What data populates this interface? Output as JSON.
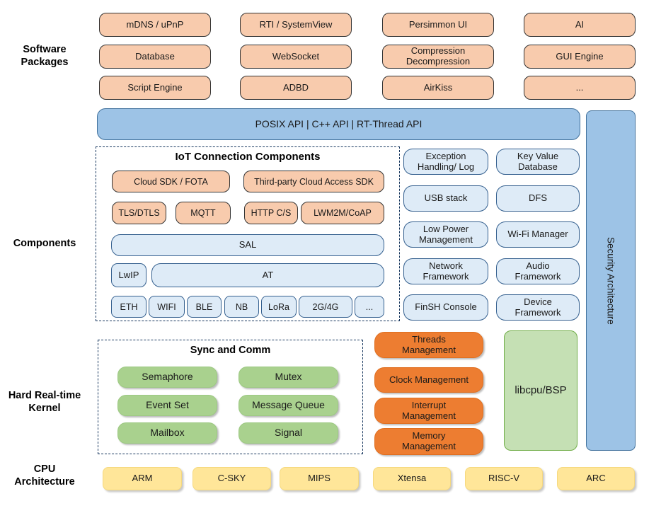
{
  "side_labels": {
    "software_packages": "Software\nPackages",
    "components": "Components",
    "kernel": "Hard Real-time\nKernel",
    "cpu": "CPU\nArchitecture"
  },
  "software_packages": {
    "items": [
      "mDNS / uPnP",
      "RTI / SystemView",
      "Persimmon UI",
      "AI",
      "Database",
      "WebSocket",
      "Compression\nDecompression",
      "GUI Engine",
      "Script Engine",
      "ADBD",
      "AirKiss",
      "..."
    ]
  },
  "api_bar": {
    "label": "POSIX API  |  C++ API  |  RT-Thread API"
  },
  "security_bar": {
    "label": "Security Architecture"
  },
  "iot_components": {
    "title": "IoT Connection Components",
    "cloud_row": [
      "Cloud SDK / FOTA",
      "Third-party Cloud Access SDK"
    ],
    "protocol_row": [
      "TLS/DTLS",
      "MQTT",
      "HTTP C/S",
      "LWM2M/CoAP"
    ],
    "sal": "SAL",
    "net_row": [
      "LwIP",
      "AT"
    ],
    "phy_row": [
      "ETH",
      "WIFI",
      "BLE",
      "NB",
      "LoRa",
      "2G/4G",
      "..."
    ]
  },
  "service_components": {
    "items": [
      "Exception\nHandling/ Log",
      "Key Value\nDatabase",
      "USB stack",
      "DFS",
      "Low Power\nManagement",
      "Wi-Fi Manager",
      "Network\nFramework",
      "Audio\nFramework",
      "FinSH Console",
      "Device\nFramework"
    ]
  },
  "kernel": {
    "sync_title": "Sync and Comm",
    "sync_items": [
      "Semaphore",
      "Mutex",
      "Event Set",
      "Message Queue",
      "Mailbox",
      "Signal"
    ],
    "management_items": [
      "Threads\nManagement",
      "Clock Management",
      "Interrupt\nManagement",
      "Memory\nManagement"
    ],
    "libcpu": "libcpu/BSP"
  },
  "cpu_architectures": {
    "items": [
      "ARM",
      "C-SKY",
      "MIPS",
      "Xtensa",
      "RISC-V",
      "ARC"
    ]
  },
  "colors": {
    "package_fill": "#F8CBAD",
    "api_fill": "#9DC3E6",
    "component_fill": "#DEEBF7",
    "sync_fill": "#A9D18E",
    "management_fill": "#ED7D31",
    "libcpu_fill": "#C5E0B4",
    "cpu_fill": "#FFE699",
    "dashed_border": "#17375E"
  }
}
